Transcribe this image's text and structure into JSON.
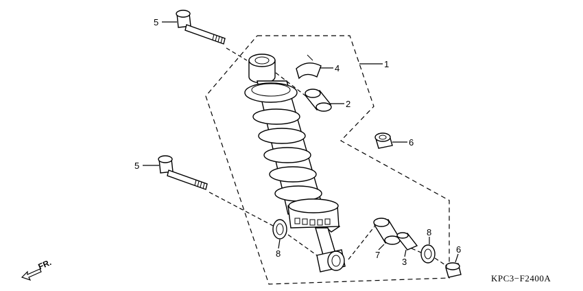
{
  "diagram_code": "KPC3−F2400A",
  "direction_label": "FR.",
  "callouts": {
    "c1": "1",
    "c2": "2",
    "c3": "3",
    "c4": "4",
    "c5a": "5",
    "c5b": "5",
    "c6a": "6",
    "c6b": "6",
    "c7": "7",
    "c8a": "8",
    "c8b": "8"
  }
}
